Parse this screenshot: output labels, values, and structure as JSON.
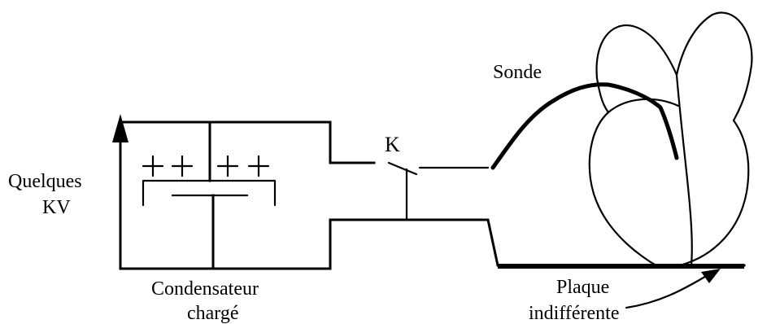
{
  "labels": {
    "voltage_line1": "Quelques",
    "voltage_line2": "KV",
    "capacitor_line1": "Condensateur",
    "capacitor_line2": "chargé",
    "switch": "K",
    "probe": "Sonde",
    "plate_line1": "Plaque",
    "plate_line2": "indifférente",
    "plus_left": "+ +",
    "plus_right": "+ +"
  }
}
